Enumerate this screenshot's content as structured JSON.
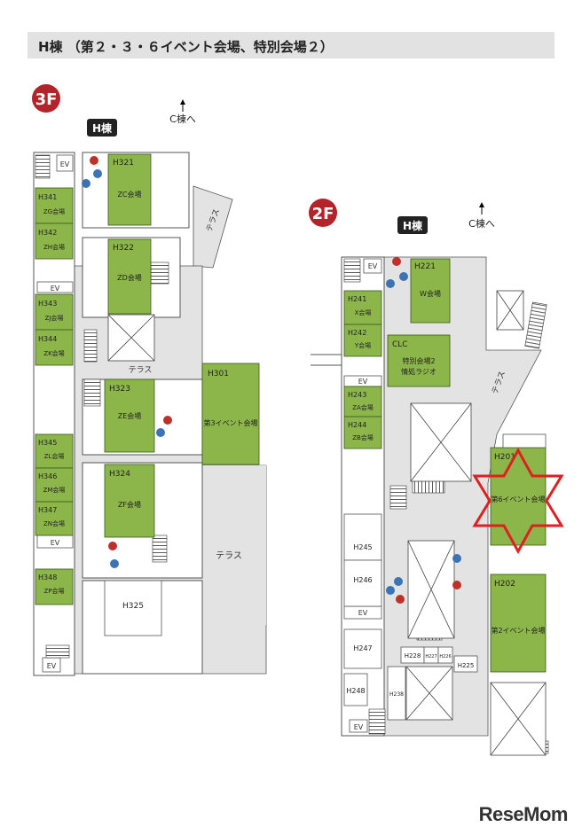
{
  "header": {
    "title": "H棟 （第２・３・６イベント会場、特別会場２）"
  },
  "floor3": {
    "badge": "3F",
    "building": "H棟",
    "arrow": "C棟へ",
    "terrace": "テラス",
    "ev": "EV",
    "rooms": {
      "h321": {
        "code": "H321",
        "name": "ZC会場"
      },
      "h322": {
        "code": "H322",
        "name": "ZD会場"
      },
      "h323": {
        "code": "H323",
        "name": "ZE会場"
      },
      "h324": {
        "code": "H324",
        "name": "ZF会場"
      },
      "h325": {
        "code": "H325"
      },
      "h301": {
        "code": "H301",
        "name": "第3イベント会場"
      },
      "h341": {
        "code": "H341",
        "name": "ZG会場"
      },
      "h342": {
        "code": "H342",
        "name": "ZH会場"
      },
      "h343": {
        "code": "H343",
        "name": "ZJ会場"
      },
      "h344": {
        "code": "H344",
        "name": "ZK会場"
      },
      "h345": {
        "code": "H345",
        "name": "ZL会場"
      },
      "h346": {
        "code": "H346",
        "name": "ZM会場"
      },
      "h347": {
        "code": "H347",
        "name": "ZN会場"
      },
      "h348": {
        "code": "H348",
        "name": "ZP会場"
      }
    }
  },
  "floor2": {
    "badge": "2F",
    "building": "H棟",
    "arrow": "C棟へ",
    "terrace": "テラス",
    "ev": "EV",
    "rooms": {
      "h221": {
        "code": "H221",
        "name": "W会場"
      },
      "h241": {
        "code": "H241",
        "name": "X会場"
      },
      "h242": {
        "code": "H242",
        "name": "Y会場"
      },
      "clc": {
        "code": "CLC",
        "name": "特別会場2",
        "name2": "情処ラジオ"
      },
      "h243": {
        "code": "H243",
        "name": "ZA会場"
      },
      "h244": {
        "code": "H244",
        "name": "ZB会場"
      },
      "h201": {
        "code": "H201",
        "name": "第6イベント会場"
      },
      "h202": {
        "code": "H202",
        "name": "第2イベント会場"
      },
      "h245": {
        "code": "H245"
      },
      "h246": {
        "code": "H246"
      },
      "h247": {
        "code": "H247"
      },
      "h248": {
        "code": "H248"
      },
      "h228": {
        "code": "H228"
      },
      "h227": {
        "code": "H227"
      },
      "h226": {
        "code": "H226"
      },
      "h225": {
        "code": "H225"
      },
      "h238": {
        "code": "H238"
      }
    }
  },
  "watermark": {
    "text": "ReseMom"
  },
  "colors": {
    "room": "#8cb64a",
    "corridor": "#e3e3e3",
    "badge": "#b3232a",
    "highlight": "#e02020"
  }
}
